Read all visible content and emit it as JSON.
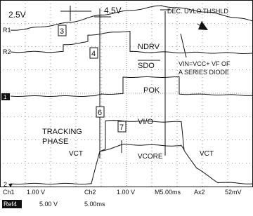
{
  "chart_data": {
    "type": "line",
    "title": "",
    "xlabel": "",
    "ylabel": "",
    "grid": true,
    "time_per_div_ms": 5,
    "series": [
      {
        "name": "R1",
        "values": []
      },
      {
        "name": "R2",
        "values": []
      },
      {
        "name": "Ch1",
        "values": []
      },
      {
        "name": "Ch2",
        "values": []
      }
    ],
    "annotations": {
      "v25": "2.5V",
      "v45": "4.5V",
      "dec_uvlo": "DEC. UVLO THSHLD",
      "ndrv": "NDRV",
      "sdo": "SDO",
      "vin_line1": "VIN=VCC+ VF OF",
      "vin_line2": "A SERIES DIODE",
      "pok": "POK",
      "vio": "VI/O",
      "tracking_line1": "TRACKING",
      "tracking_line2": "PHASE",
      "vct_left": "VCT",
      "vcore": "VCORE",
      "vct_right": "VCT"
    },
    "markers": [
      "3",
      "4",
      "6",
      "7"
    ],
    "channel_markers": {
      "r1": "R1",
      "r2": "R2",
      "ch1": "1",
      "ch2": "2"
    }
  },
  "status": {
    "row1": {
      "ch1_label": "Ch1",
      "ch1_scale": "1.00 V",
      "ch2_label": "Ch2",
      "ch2_scale": "1.00 V",
      "timebase": "M5.00ms",
      "trigger": "Ax2",
      "trigger_level": "52mV"
    },
    "row2": {
      "ref_label": "Ref4",
      "ref_scale": "5.00 V",
      "ref_time": "5.00ms"
    }
  }
}
